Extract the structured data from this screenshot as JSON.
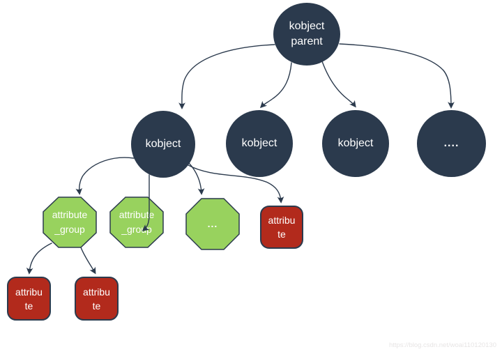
{
  "palette": {
    "node_dark": "#2b3a4d",
    "node_green": "#98d25e",
    "node_red": "#b22a1c",
    "edge_color": "#2b3a4d",
    "label_color": "#ffffff",
    "watermark_color": "#e7e5e5",
    "page_bg": "#ffffff"
  },
  "nodes": {
    "kobject_parent": {
      "lines": [
        "kobject",
        "parent"
      ]
    },
    "kobject_1": {
      "label": "kobject"
    },
    "kobject_2": {
      "label": "kobject"
    },
    "kobject_3": {
      "label": "kobject"
    },
    "kobject_more": {
      "label": "...."
    },
    "attribute_group_1": {
      "lines": [
        "attribute",
        "_group"
      ]
    },
    "attribute_group_2": {
      "lines": [
        "attribute",
        "_group"
      ]
    },
    "attribute_group_more": {
      "label": "..."
    },
    "attribute_child": {
      "lines": [
        "attribu",
        "te"
      ]
    },
    "attribute_leaf_1": {
      "lines": [
        "attribu",
        "te"
      ]
    },
    "attribute_leaf_2": {
      "lines": [
        "attribu",
        "te"
      ]
    }
  },
  "edges": [
    {
      "from": "kobject-parent",
      "to": "kobject-1"
    },
    {
      "from": "kobject-parent",
      "to": "kobject-2"
    },
    {
      "from": "kobject-parent",
      "to": "kobject-3"
    },
    {
      "from": "kobject-parent",
      "to": "kobject-more"
    },
    {
      "from": "kobject-1",
      "to": "attribute-group-1"
    },
    {
      "from": "kobject-1",
      "to": "attribute-group-2"
    },
    {
      "from": "kobject-1",
      "to": "attribute-group-more"
    },
    {
      "from": "kobject-1",
      "to": "attribute-child"
    },
    {
      "from": "attribute-group-1",
      "to": "attribute-leaf-1"
    },
    {
      "from": "attribute-group-1",
      "to": "attribute-leaf-2"
    }
  ],
  "watermark": {
    "text": "https://blog.csdn.net/woai110120130"
  }
}
